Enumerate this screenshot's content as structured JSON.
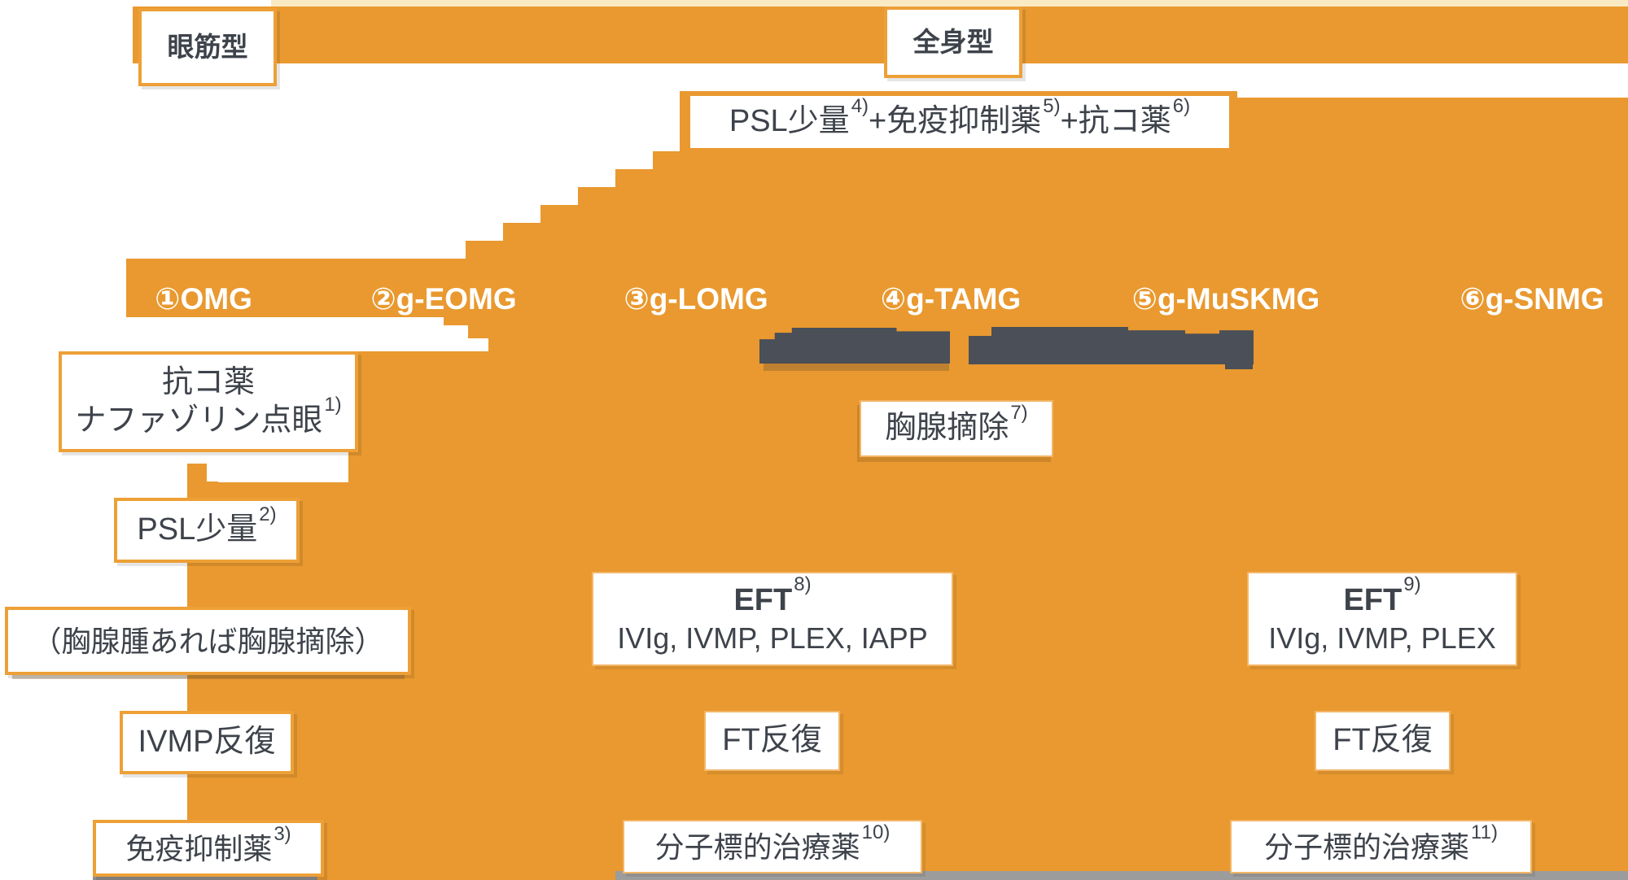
{
  "palette": {
    "orange_field": "#E9992F",
    "box_border_orange": "#EDA037",
    "text_dark": "#3E434B",
    "category_text": "#FFFFFF",
    "redacted_bar": "#4A4F58",
    "bottom_gray_strip": "#9C9C9C"
  },
  "header": {
    "ocular": "眼筋型",
    "generalized": "全身型"
  },
  "initial_therapy": {
    "part1": "PSL少量",
    "sup1": "4)",
    "part2": "+免疫抑制薬",
    "sup2": "5)",
    "part3": "+抗コ薬",
    "sup3": "6)"
  },
  "categories": [
    {
      "label": "①OMG"
    },
    {
      "label": "②g-EOMG"
    },
    {
      "label": "③g-LOMG"
    },
    {
      "label": "④g-TAMG"
    },
    {
      "label": "⑤g-MuSKMG"
    },
    {
      "label": "⑥g-SNMG"
    }
  ],
  "omg_pathway": {
    "anticho_line1": "抗コ薬",
    "anticho_line2": "ナファゾリン点眼",
    "anticho_sup": "1)",
    "psl_low": "PSL少量",
    "psl_low_sup": "2)",
    "thymoma_note": "（胸腺腫あれば胸腺摘除）",
    "ivmp": "IVMP反復",
    "immunosuppressant": "免疫抑制薬",
    "immunosuppressant_sup": "3)"
  },
  "generalized_pathway": {
    "thymectomy": "胸腺摘除",
    "thymectomy_sup": "7)",
    "eft_mid_title": "EFT",
    "eft_mid_sup": "8)",
    "eft_mid_drugs": "IVIg, IVMP, PLEX, IAPP",
    "ft_mid": "FT反復",
    "molecular_mid": "分子標的治療薬",
    "molecular_mid_sup": "10)",
    "eft_right_title": "EFT",
    "eft_right_sup": "9)",
    "eft_right_drugs": "IVIg, IVMP, PLEX",
    "ft_right": "FT反復",
    "molecular_right": "分子標的治療薬",
    "molecular_right_sup": "11)"
  }
}
